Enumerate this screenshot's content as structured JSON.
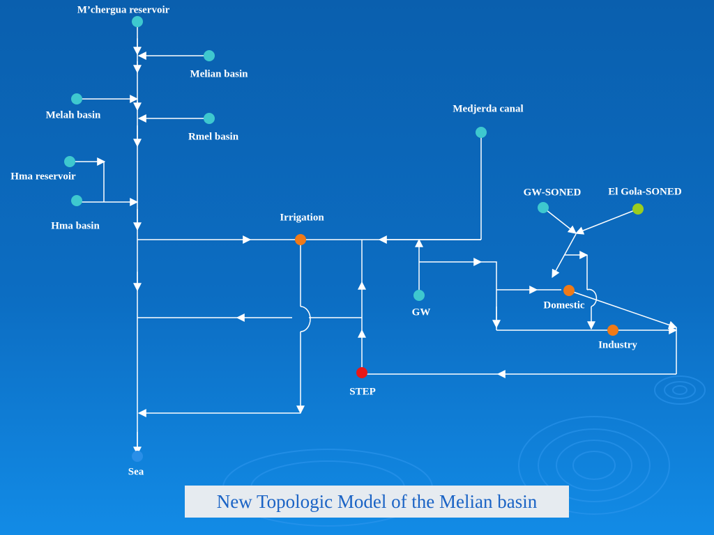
{
  "title": "New Topologic Model of the Melian basin",
  "nodes": {
    "mchergua": {
      "label": "M’chergua reservoir",
      "color": "#3ec8cf"
    },
    "melian": {
      "label": "Melian basin",
      "color": "#3ec8cf"
    },
    "melah": {
      "label": "Melah basin",
      "color": "#3ec8cf"
    },
    "rmel": {
      "label": "Rmel basin",
      "color": "#3ec8cf"
    },
    "hma_res": {
      "label": "Hma reservoir",
      "color": "#3ec8cf"
    },
    "hma_basin": {
      "label": "Hma basin",
      "color": "#3ec8cf"
    },
    "irrigation": {
      "label": "Irrigation",
      "color": "#f07a18"
    },
    "medjerda": {
      "label": "Medjerda canal",
      "color": "#3ec8cf"
    },
    "gw_soned": {
      "label": "GW-SONED",
      "color": "#3ec8cf"
    },
    "elgola": {
      "label": "El Gola-SONED",
      "color": "#9acd20"
    },
    "gw": {
      "label": "GW",
      "color": "#3ec8cf"
    },
    "domestic": {
      "label": "Domestic",
      "color": "#f07a18"
    },
    "industry": {
      "label": "Industry",
      "color": "#f07a18"
    },
    "step": {
      "label": "STEP",
      "color": "#e81818"
    },
    "sea": {
      "label": "Sea",
      "color": "#2a8fe8"
    }
  },
  "colors": {
    "link": "#ffffff",
    "title_bg": "#e6ebf0",
    "title_text": "#1a63c5"
  }
}
